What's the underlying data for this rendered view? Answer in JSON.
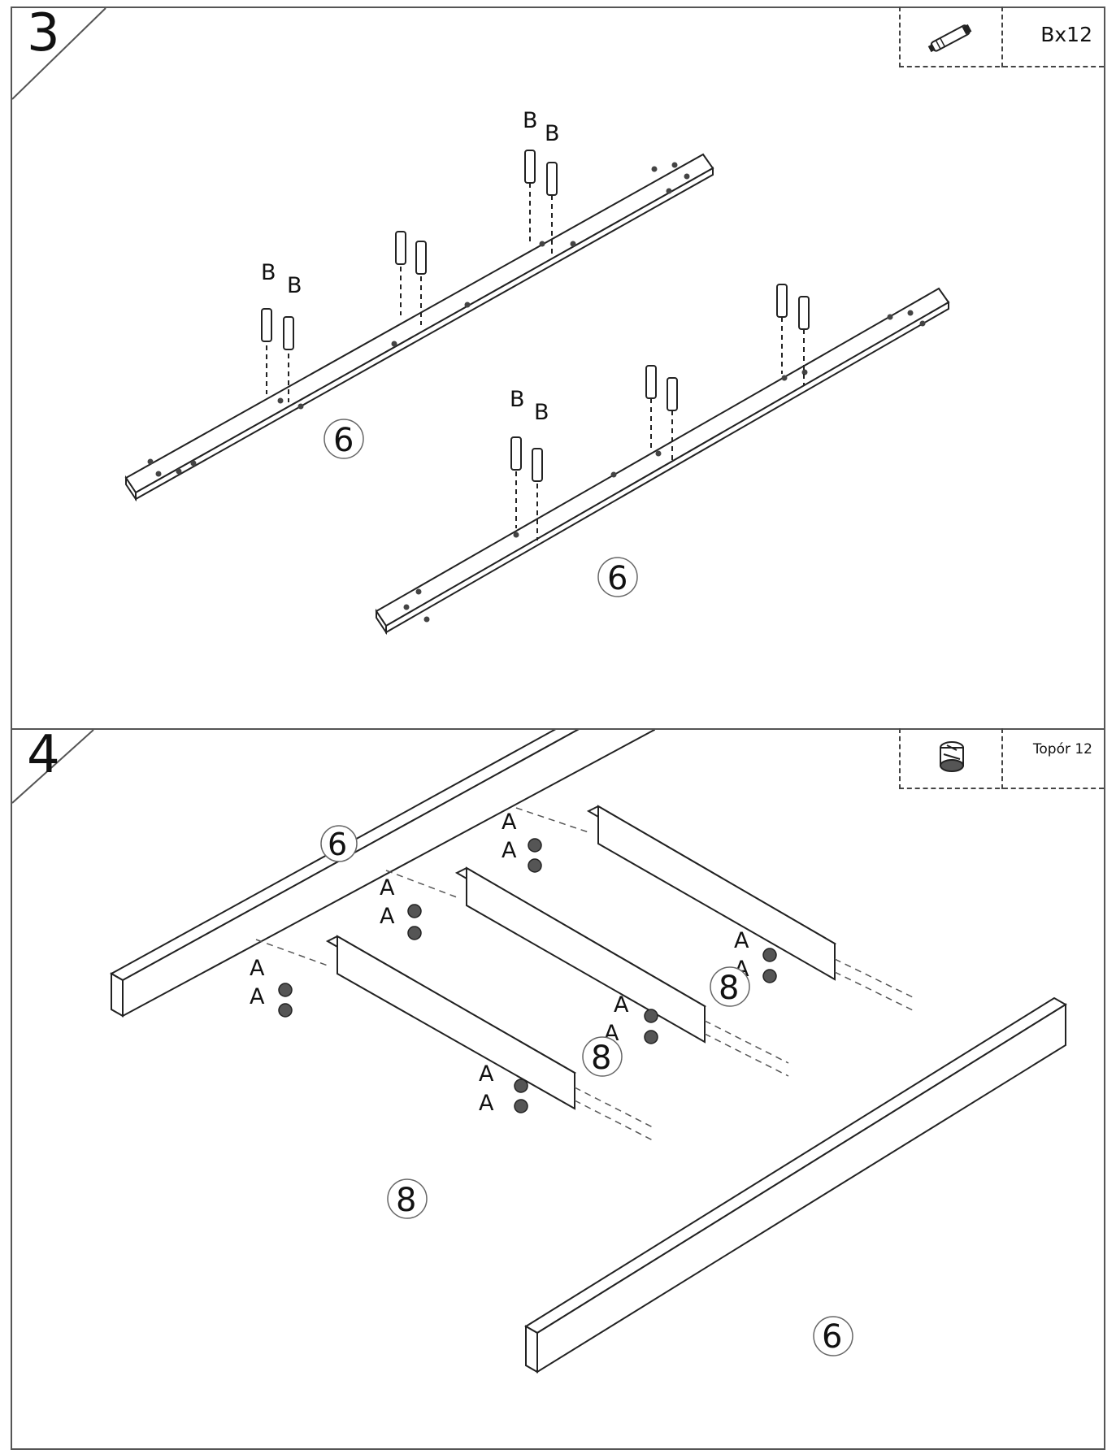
{
  "steps": [
    {
      "number": "3",
      "parts_label": "Bx12",
      "parts_icon": "dowel-pin-icon",
      "part_number": "6",
      "fastener_label": "B"
    },
    {
      "number": "4",
      "parts_label": "Topór 12",
      "parts_icon": "cam-lock-nut-icon",
      "rail_number": "6",
      "slat_number": "8",
      "fastener_label": "A"
    }
  ]
}
